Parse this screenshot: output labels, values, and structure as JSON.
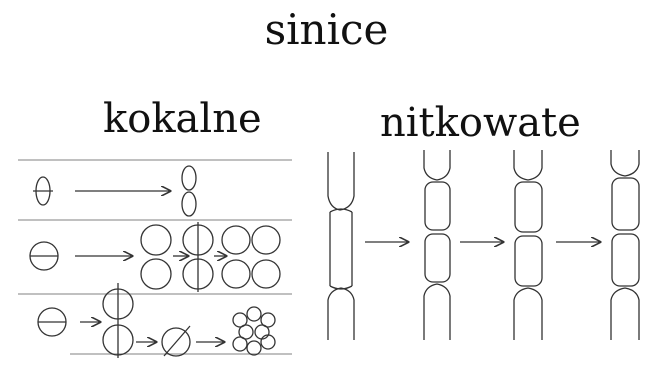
{
  "title": "sinice",
  "groups": {
    "coccal": {
      "label": "kokalne"
    },
    "filamentous": {
      "label": "nitkowate"
    }
  },
  "colors": {
    "ink": "#333333",
    "rule": "#9a9a9a",
    "background": "#ffffff"
  }
}
